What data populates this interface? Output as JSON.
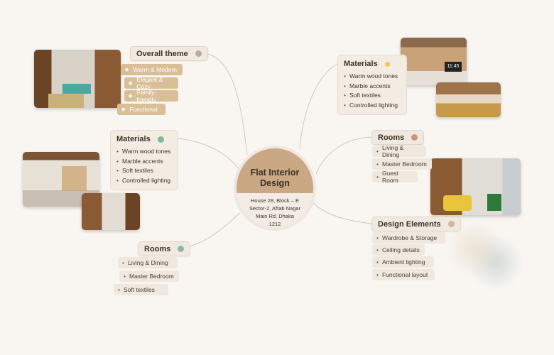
{
  "center": {
    "title": "Flat Interior Design",
    "address": [
      "House 28, Block – E",
      "Sector-2, Aftab Nagar",
      "Main Rd, Dhaka",
      "1212"
    ]
  },
  "overall_theme": {
    "title": "Overall theme",
    "items": [
      "Warm & Modern",
      "Elegant & Cozy",
      "Family-friendly",
      "Functional"
    ]
  },
  "materials_left": {
    "title": "Materials",
    "items": [
      "Warm wood tones",
      "Marble accents",
      "Soft textiles",
      "Controlled lighting"
    ]
  },
  "rooms_left": {
    "title": "Rooms",
    "items": [
      "Living & Dining",
      "Master Bedroom",
      "Soft textiles"
    ]
  },
  "materials_right": {
    "title": "Materials",
    "items": [
      "Warm wood tones",
      "Marble accents",
      "Soft textiles",
      "Controlled lighting"
    ]
  },
  "rooms_right": {
    "title": "Rooms",
    "items": [
      "Living & Dining",
      "Master Bedroom",
      "Guest Room"
    ]
  },
  "design_elements": {
    "title": "Design Elements",
    "items": [
      "Wardrobe & Storage",
      "Ceiling details",
      "Ambient lighting",
      "Functional layout"
    ]
  },
  "tv_clock": "11:45",
  "colors": {
    "overall_dot": "#b8aca2",
    "materials_left_dot": "#7fb89a",
    "rooms_left_dot": "#8fb8a6",
    "materials_right_dot": "#f2c75a",
    "rooms_right_dot": "#c7977a",
    "design_dot": "#d2b49a"
  }
}
